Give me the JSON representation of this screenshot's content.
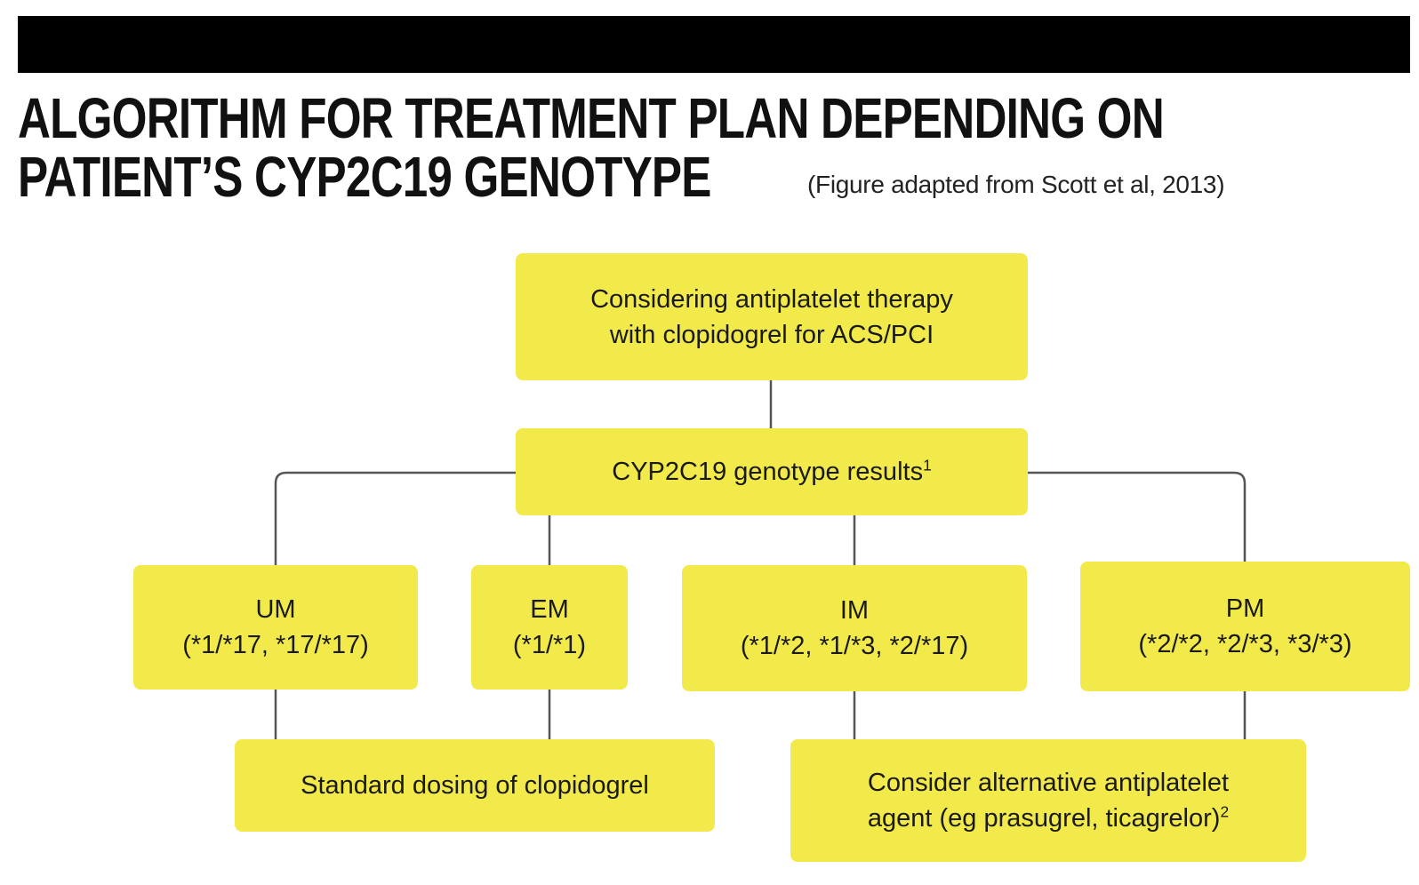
{
  "header": {
    "title_line1": "ALGORITHM FOR TREATMENT PLAN DEPENDING ON",
    "title_line2": "PATIENT’S CYP2C19 GENOTYPE",
    "subtitle": "(Figure adapted from Scott et al, 2013)"
  },
  "nodes": {
    "start": "Considering antiplatelet therapy\nwith clopidogrel for ACS/PCI",
    "results": {
      "text": "CYP2C19 genotype results",
      "sup": "1"
    },
    "um": {
      "label": "UM",
      "genotypes": "(*1/*17, *17/*17)"
    },
    "em": {
      "label": "EM",
      "genotypes": "(*1/*1)"
    },
    "im": {
      "label": "IM",
      "genotypes": "(*1/*2, *1/*3, *2/*17)"
    },
    "pm": {
      "label": "PM",
      "genotypes": "(*2/*2, *2/*3, *3/*3)"
    },
    "standard": "Standard dosing of clopidogrel",
    "alternative": {
      "line1": "Consider alternative antiplatelet",
      "line2": "agent (eg prasugrel, ticagrelor)",
      "sup": "2"
    }
  },
  "colors": {
    "box": "#f2ea4a",
    "connector": "#555555",
    "bar": "#000000"
  }
}
